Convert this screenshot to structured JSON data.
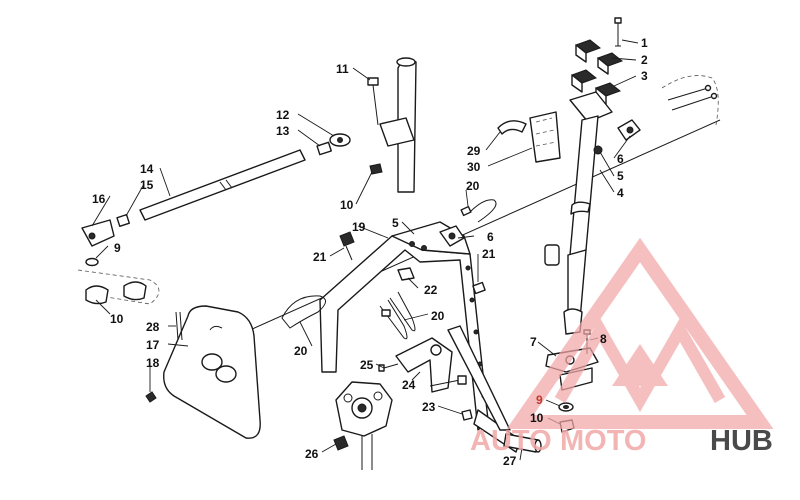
{
  "diagram": {
    "callouts": [
      {
        "id": "c1",
        "label": "1"
      },
      {
        "id": "c2",
        "label": "2"
      },
      {
        "id": "c3",
        "label": "3"
      },
      {
        "id": "c4",
        "label": "4"
      },
      {
        "id": "c5a",
        "label": "5"
      },
      {
        "id": "c6a",
        "label": "6"
      },
      {
        "id": "c11",
        "label": "11"
      },
      {
        "id": "c12",
        "label": "12"
      },
      {
        "id": "c13",
        "label": "13"
      },
      {
        "id": "c14",
        "label": "14"
      },
      {
        "id": "c15",
        "label": "15"
      },
      {
        "id": "c16",
        "label": "16"
      },
      {
        "id": "c9a",
        "label": "9"
      },
      {
        "id": "c10a",
        "label": "10"
      },
      {
        "id": "c10b",
        "label": "10"
      },
      {
        "id": "c29",
        "label": "29"
      },
      {
        "id": "c30",
        "label": "30"
      },
      {
        "id": "c20a",
        "label": "20"
      },
      {
        "id": "c19",
        "label": "19"
      },
      {
        "id": "c5b",
        "label": "5"
      },
      {
        "id": "c6b",
        "label": "6"
      },
      {
        "id": "c21a",
        "label": "21"
      },
      {
        "id": "c21b",
        "label": "21"
      },
      {
        "id": "c22",
        "label": "22"
      },
      {
        "id": "c20b",
        "label": "20"
      },
      {
        "id": "c20c",
        "label": "20"
      },
      {
        "id": "c28",
        "label": "28"
      },
      {
        "id": "c17",
        "label": "17"
      },
      {
        "id": "c18",
        "label": "18"
      },
      {
        "id": "c25",
        "label": "25"
      },
      {
        "id": "c24",
        "label": "24"
      },
      {
        "id": "c23",
        "label": "23"
      },
      {
        "id": "c26",
        "label": "26"
      },
      {
        "id": "c27",
        "label": "27"
      },
      {
        "id": "c7",
        "label": "7"
      },
      {
        "id": "c8",
        "label": "8"
      },
      {
        "id": "c9b",
        "label": "9"
      },
      {
        "id": "c10c",
        "label": "10"
      }
    ],
    "highlight_color": "#c0392b"
  },
  "watermark": {
    "part_a": "AUTO",
    "part_b": "MOTO",
    "part_c": "HUB",
    "color_light": "#f2a7a7",
    "color_dark": "#4a4a4a"
  }
}
